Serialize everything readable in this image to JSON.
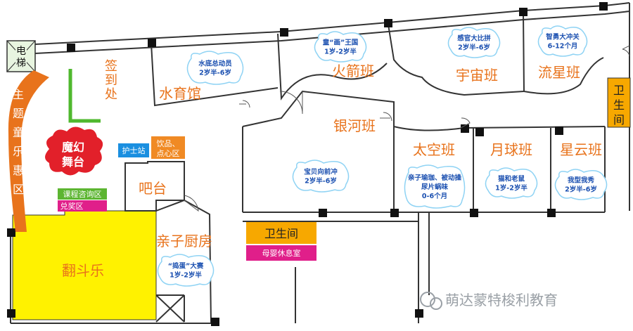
{
  "rooms": {
    "elevator": "电梯",
    "checkin": "签到处",
    "swim": "水育馆",
    "rocket": "火箭班",
    "universe": "宇宙班",
    "meteor": "流星班",
    "galaxy": "银河班",
    "space": "太空班",
    "moon": "月球班",
    "nebula": "星云班",
    "bar": "吧台",
    "kitchen": "亲子厨房",
    "tumble": "翻斗乐",
    "toilet_right": "卫生间",
    "toilet_center": "卫生间",
    "music_zone": "主题童乐惠区",
    "magic_stage": "魔幻舞台"
  },
  "tags": {
    "nurse": "护士站",
    "drinks": "饮品、点心区",
    "consult": "课程咨询区",
    "redeem": "兑奖区",
    "mother_baby": "母婴休息室"
  },
  "clouds": {
    "swim_event": [
      "水底总动员",
      "2岁半-6岁"
    ],
    "painting": [
      "童“画”王国",
      "1岁-2岁半"
    ],
    "sensory": [
      "感官大比拼",
      "2岁半-6岁"
    ],
    "brave": [
      "智勇大冲关",
      "6-12个月"
    ],
    "baby_forward": [
      "宝贝向前冲",
      "2岁半-6岁"
    ],
    "parent_yoga": [
      "亲子瑜珈、被动操",
      "尿片蜗味",
      "0-6个月"
    ],
    "cat_mouse": [
      "猫和老鼠",
      "1岁-2岁半"
    ],
    "model_show": [
      "我型我秀",
      "2岁半-6岁"
    ],
    "egg_contest": [
      "“捣蛋”大赛",
      "1岁-2岁半"
    ]
  },
  "watermark": "萌达蒙特梭利教育",
  "colors": {
    "wall": "#333333",
    "room_label": "#e8731c",
    "music_zone_bg": "#e8731c",
    "stage_bg": "#e2202a",
    "tumble_bg": "#fff200",
    "toilet_bg": "#f7a800",
    "nurse_bg": "#1a8fe0",
    "drinks_bg": "#f08a24",
    "consult_bg": "#5cb531",
    "redeem_bg": "#e01f8a",
    "mother_baby_bg": "#e01f8a",
    "checkin_wall": "#4fb82e",
    "cloud_text": "#1a4fb0"
  }
}
